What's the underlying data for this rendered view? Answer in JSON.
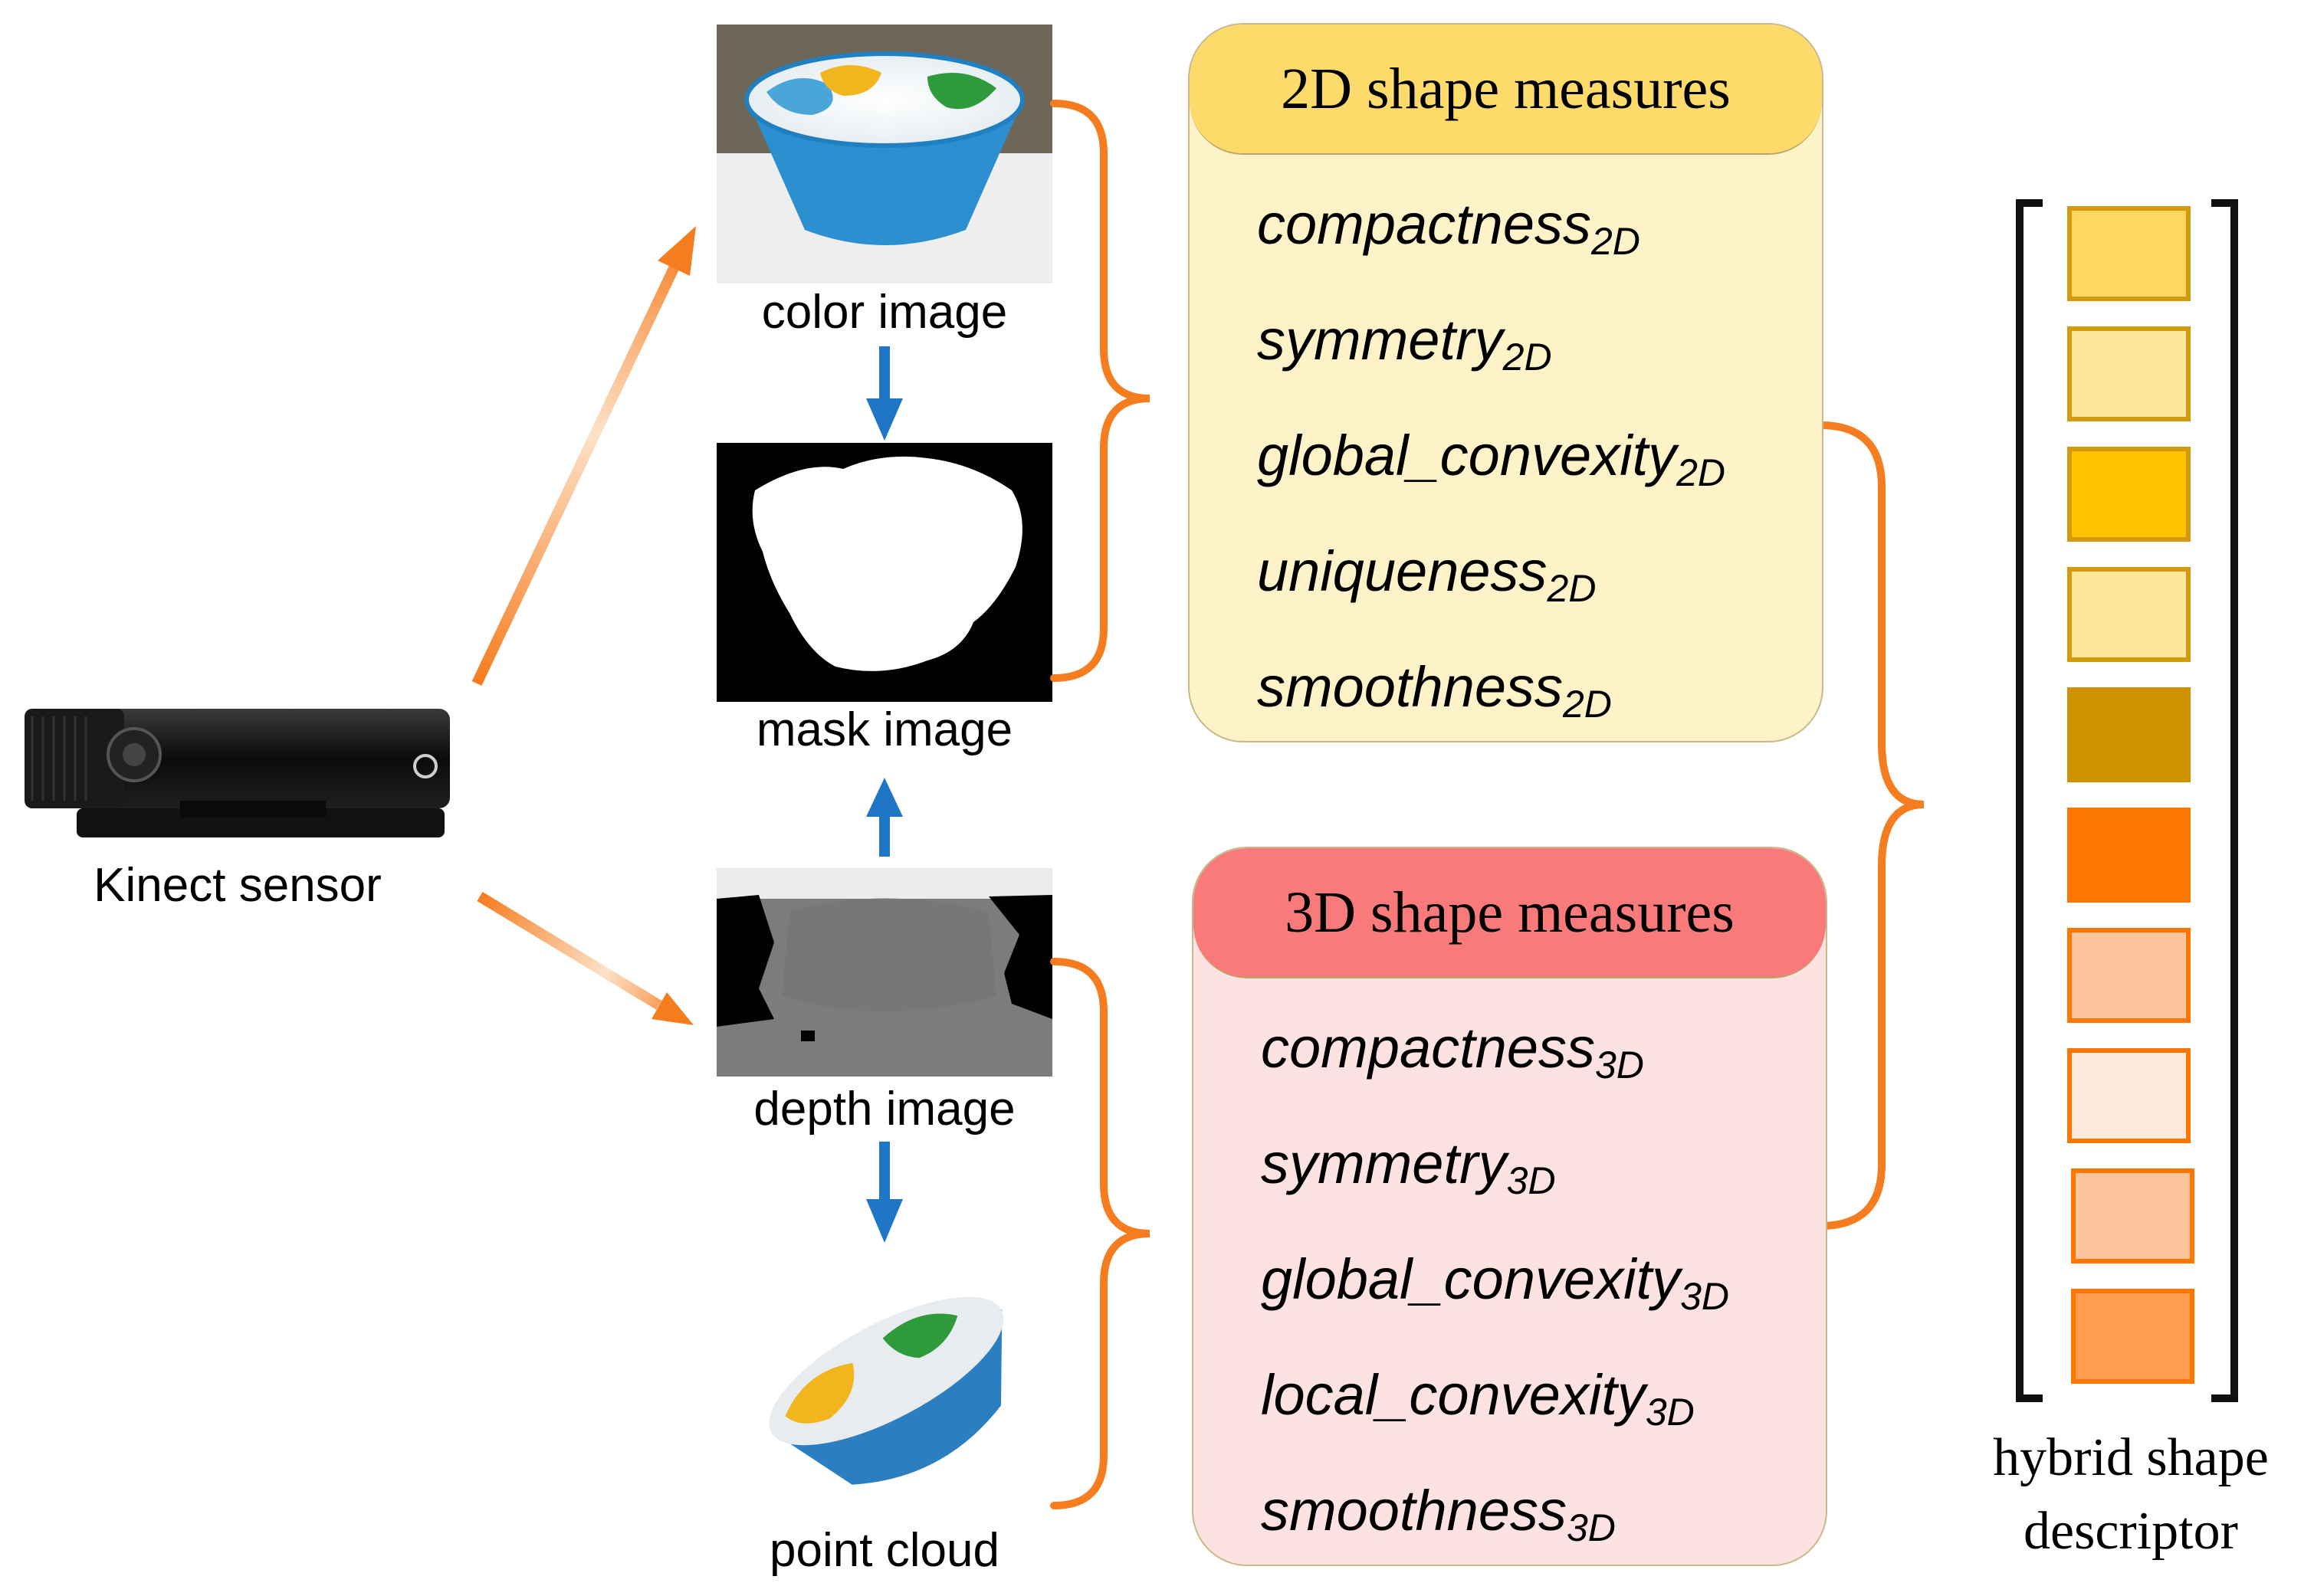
{
  "sensor": {
    "label": "Kinect sensor"
  },
  "images": {
    "color": "color image",
    "mask": "mask image",
    "depth": "depth image",
    "cloud": "point cloud"
  },
  "panel_2d": {
    "title": "2D shape measures",
    "header_color": "#fddb6b",
    "body_color": "#fef3c8",
    "measures": [
      {
        "name": "compactness",
        "sub": "2D"
      },
      {
        "name": "symmetry",
        "sub": "2D"
      },
      {
        "name": "global_convexity",
        "sub": "2D"
      },
      {
        "name": "uniqueness",
        "sub": "2D"
      },
      {
        "name": "smoothness",
        "sub": "2D"
      }
    ]
  },
  "panel_3d": {
    "title": "3D shape measures",
    "header_color": "#f97a7a",
    "body_color": "#fde2e2",
    "measures": [
      {
        "name": "compactness",
        "sub": "3D"
      },
      {
        "name": "symmetry",
        "sub": "3D"
      },
      {
        "name": "global_convexity",
        "sub": "3D"
      },
      {
        "name": "local_convexity",
        "sub": "3D"
      },
      {
        "name": "smoothness",
        "sub": "3D"
      }
    ]
  },
  "descriptor": {
    "label_line1": "hybrid shape",
    "label_line2": "descriptor",
    "cells": [
      {
        "fill": "#fdd75f",
        "border": "#d39a10"
      },
      {
        "fill": "#fee69a",
        "border": "#d39a10"
      },
      {
        "fill": "#fec200",
        "border": "#d39a10"
      },
      {
        "fill": "#fee69a",
        "border": "#d39a10"
      },
      {
        "fill": "#cf9300",
        "border": "#cf9300"
      },
      {
        "fill": "#fd7700",
        "border": "#fd7700"
      },
      {
        "fill": "#fec59c",
        "border": "#fd7700"
      },
      {
        "fill": "#feeadb",
        "border": "#fd7700"
      },
      {
        "fill": "#fec59c",
        "border": "#fd7700"
      },
      {
        "fill": "#fe9c50",
        "border": "#fd7700"
      }
    ]
  },
  "colors": {
    "brace": "#f57c1f",
    "vertical_arrow": "#1f76c6",
    "diagonal_arrow": "#f57c1f"
  }
}
